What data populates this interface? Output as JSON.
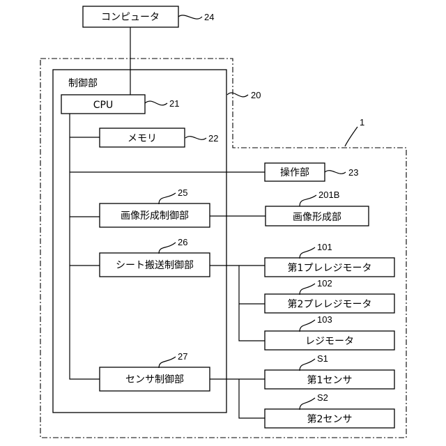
{
  "nodes": {
    "computer": {
      "label": "コンピュータ",
      "ref": "24"
    },
    "controller": {
      "label": "制御部",
      "ref": "20"
    },
    "cpu": {
      "label": "CPU",
      "ref": "21"
    },
    "memory": {
      "label": "メモリ",
      "ref": "22"
    },
    "operation": {
      "label": "操作部",
      "ref": "23"
    },
    "image_ctrl": {
      "label": "画像形成制御部",
      "ref": "25"
    },
    "image_unit": {
      "label": "画像形成部",
      "ref": "201B"
    },
    "sheet_ctrl": {
      "label": "シート搬送制御部",
      "ref": "26"
    },
    "motor1": {
      "label": "第1プレレジモータ",
      "ref": "101"
    },
    "motor2": {
      "label": "第2プレレジモータ",
      "ref": "102"
    },
    "reg_motor": {
      "label": "レジモータ",
      "ref": "103"
    },
    "sensor_ctrl": {
      "label": "センサ制御部",
      "ref": "27"
    },
    "sensor1": {
      "label": "第1センサ",
      "ref": "S1"
    },
    "sensor2": {
      "label": "第2センサ",
      "ref": "S2"
    }
  },
  "apparatus_ref": "1"
}
